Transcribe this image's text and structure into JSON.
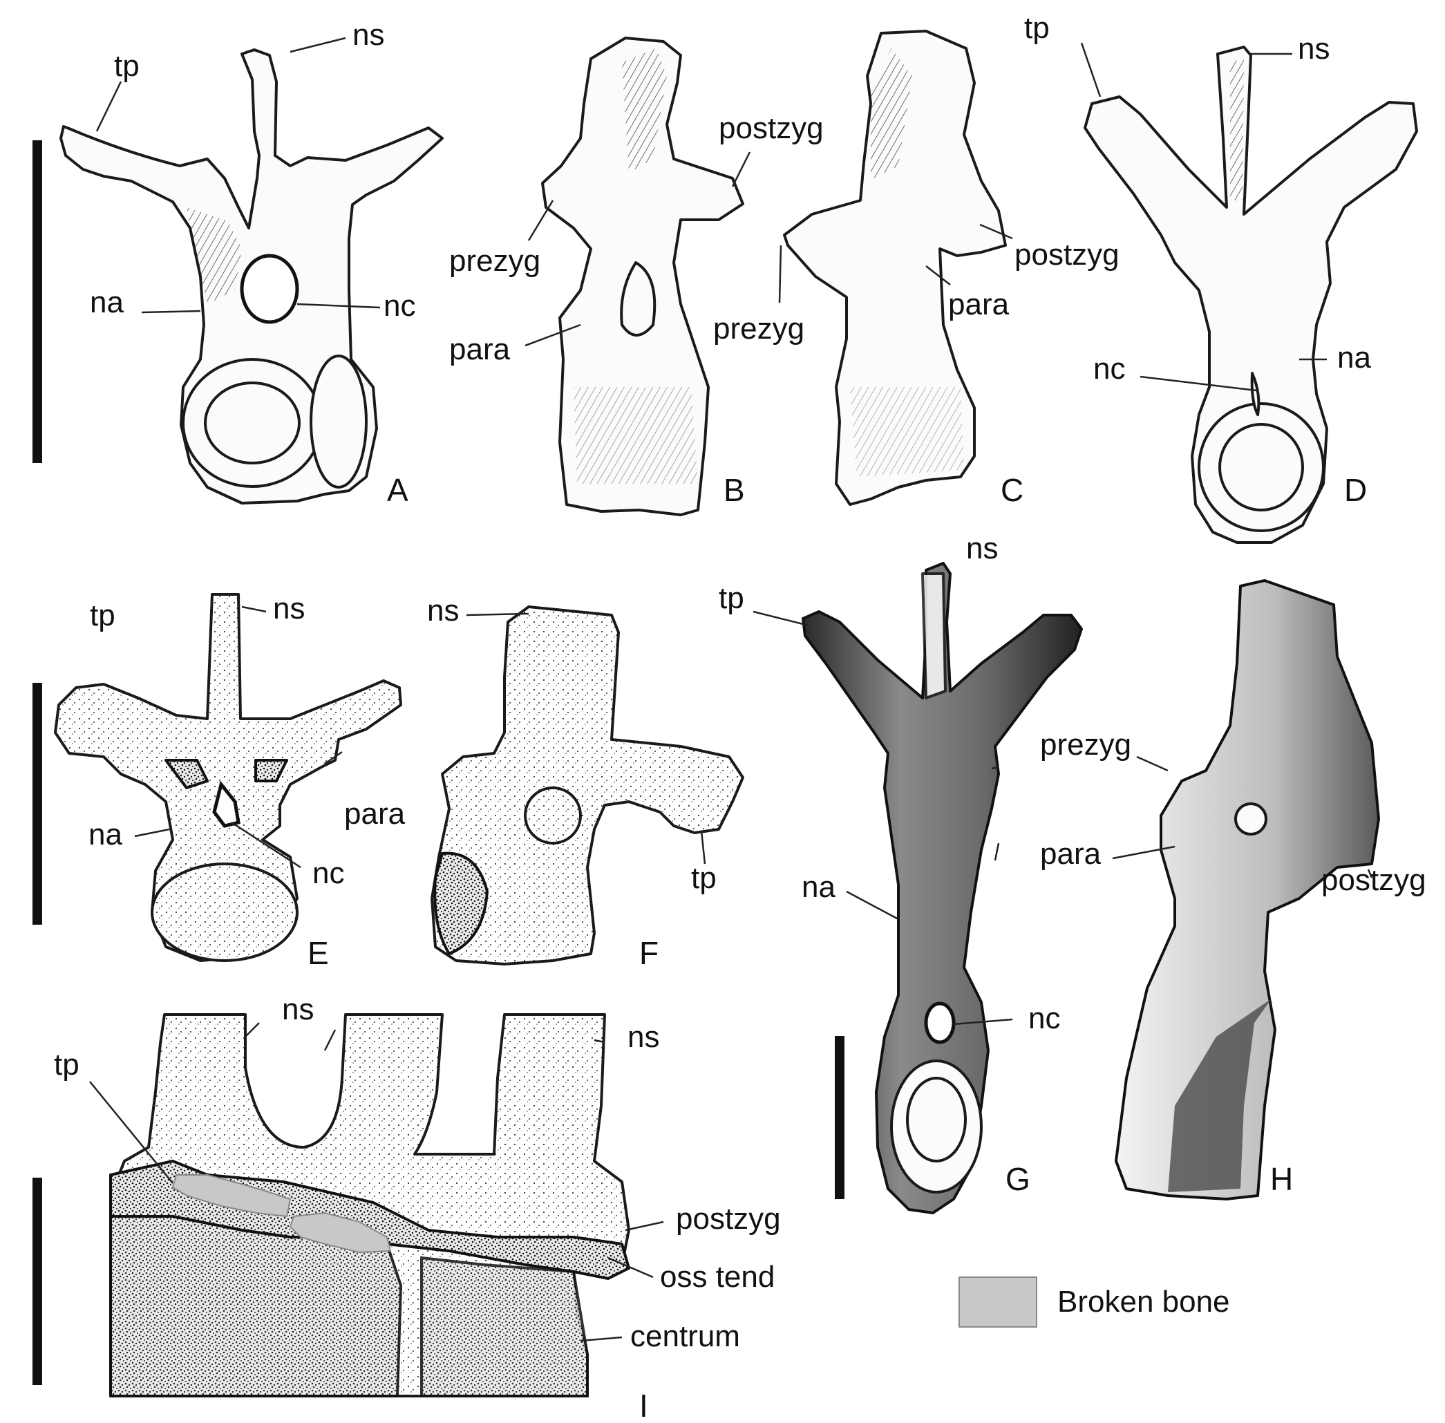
{
  "figure": {
    "panels": {
      "A": "A",
      "B": "B",
      "C": "C",
      "D": "D",
      "E": "E",
      "F": "F",
      "G": "G",
      "H": "H",
      "I": "I"
    },
    "labels": {
      "ns": "ns",
      "tp": "tp",
      "na": "na",
      "nc": "nc",
      "para": "para",
      "prezyg": "prezyg",
      "postzyg": "postzyg",
      "oss_tend": "oss tend",
      "centrum": "centrum"
    },
    "legend": {
      "broken_bone": "Broken bone",
      "broken_bone_color": "#c8c8c8"
    }
  }
}
